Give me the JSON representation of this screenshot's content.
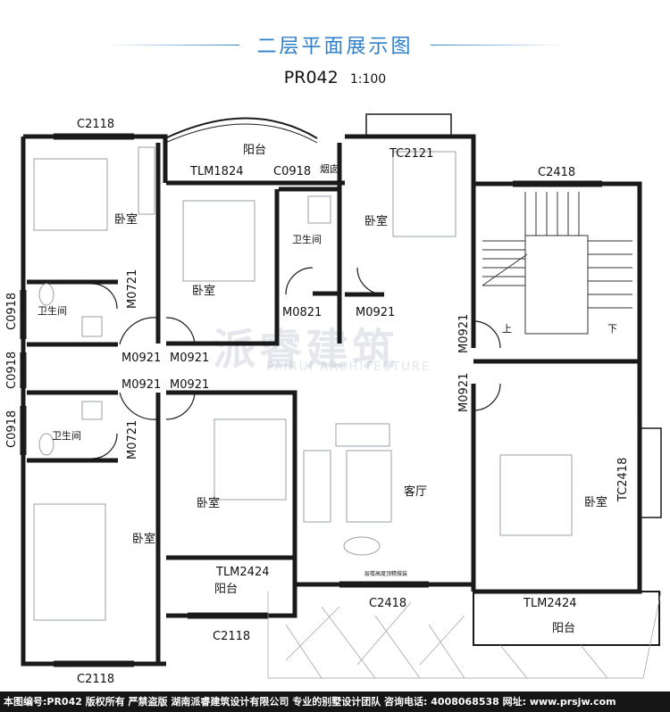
{
  "header": {
    "title": "二层平面展示图",
    "plan_code": "PR042",
    "scale": "1:100"
  },
  "rooms": {
    "bedroom": "卧室",
    "bathroom": "卫生间",
    "balcony": "阳台",
    "living_room": "客厅",
    "chimney": "烟囱",
    "stair_up": "上",
    "stair_down": "下",
    "floor_note": "层楼高度顶精做装"
  },
  "openings": {
    "c2118": "C2118",
    "tlm1824": "TLM1824",
    "c0918": "C0918",
    "tc2121": "TC2121",
    "c2418": "C2418",
    "m0721": "M0721",
    "m0821": "M0821",
    "m0921": "M0921",
    "tlm2424": "TLM2424",
    "tc2418": "TC2418"
  },
  "watermark": {
    "brand": "派睿建筑",
    "brand_en": "PAIRUI ARCHITECTURE"
  },
  "footer": {
    "text": "本图编号:PR042 版权所有 严禁盗版 湖南派睿建筑设计有限公司 专业的别墅设计团队 咨询电话: 4008068538 网址: www.prsjw.com"
  },
  "colors": {
    "title": "#2f7fc9",
    "wall": "#1a1a1a",
    "furniture": "#9aa0a6",
    "footer_bg": "#161616"
  }
}
